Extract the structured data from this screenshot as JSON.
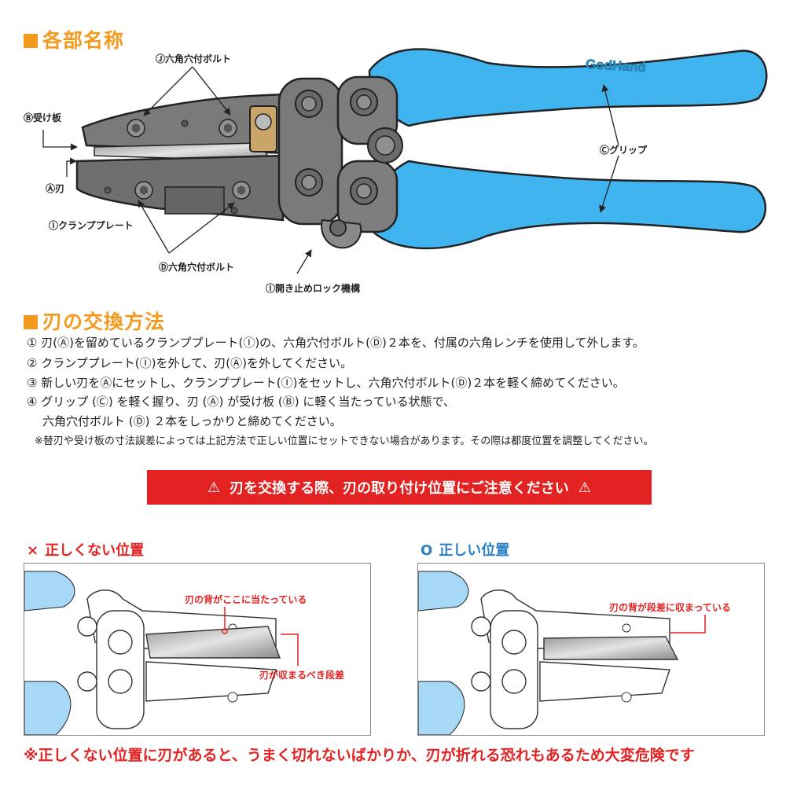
{
  "parts": {
    "title": "各部名称",
    "callouts": {
      "bolt_j": "Ⓙ六角穴付ボルト",
      "plate_b": "Ⓑ受け板",
      "blade_a": "Ⓐ刃",
      "clamp_i": "Ⓘクランププレート",
      "bolt_d": "Ⓓ六角穴付ボルト",
      "lock": "Ⓘ開き止めロック機構",
      "grip_c": "Ⓒグリップ"
    },
    "brand": "GodHand"
  },
  "method": {
    "title": "刃の交換方法",
    "steps": [
      "① 刃(Ⓐ)を留めているクランププレート(Ⓘ)の、六角穴付ボルト(Ⓓ)２本を、付属の六角レンチを使用して外します。",
      "② クランププレート(Ⓘ)を外して、刃(Ⓐ)を外してください。",
      "③ 新しい刃をⒶにセットし、クランププレート(Ⓘ)をセットし、六角穴付ボルト(Ⓓ)２本を軽く締めてください。",
      "④ グリップ (Ⓒ) を軽く握り、刃 (Ⓐ) が受け板 (Ⓑ) に軽く当たっている状態で、",
      "六角穴付ボルト (Ⓓ) ２本をしっかりと締めてください。"
    ],
    "note": "※替刃や受け板の寸法誤差によっては上記方法で正しい位置にセットできない場合があります。その際は都度位置を調整してください。"
  },
  "warning": {
    "text": "刃を交換する際、刃の取り付け位置にご注意ください",
    "icon": "warning-triangle-icon"
  },
  "compare": {
    "wrong": {
      "title": "正しくない位置",
      "mark": "×",
      "label_top": "刃の背がここに当たっている",
      "label_bottom": "刃が収まるべき段差"
    },
    "right": {
      "title": "正しい位置",
      "mark": "O",
      "label_top": "刃の背が段差に収まっている"
    }
  },
  "bottom_warning": "※正しくない位置に刃があると、うまく切れないばかりか、刃が折れる恐れもあるため大変危険です",
  "colors": {
    "accent_orange": "#f39a1e",
    "warning_red": "#e32222",
    "grip_blue": "#3fb4ef",
    "metal_gray": "#7a7a7a",
    "correct_blue": "#2a7fc9"
  }
}
